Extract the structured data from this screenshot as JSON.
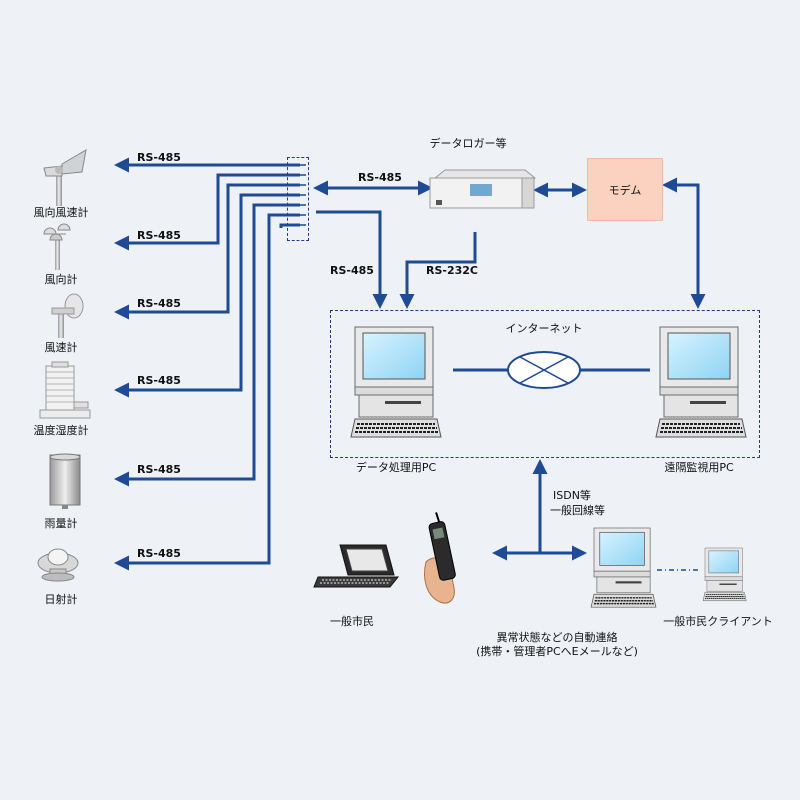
{
  "colors": {
    "background": "#eef1f6",
    "line": "#1f4a96",
    "modem_fill": "#fbd2bf"
  },
  "sensors": [
    {
      "label": "風向風速計",
      "link": "RS-485",
      "icon": "wind-vane-anemometer-icon"
    },
    {
      "label": "風向計",
      "link": "RS-485",
      "icon": "cup-anemometer-icon"
    },
    {
      "label": "風速計",
      "link": "RS-485",
      "icon": "propeller-anemometer-icon"
    },
    {
      "label": "温度湿度計",
      "link": "RS-485",
      "icon": "radiation-shield-icon"
    },
    {
      "label": "雨量計",
      "link": "RS-485",
      "icon": "rain-gauge-icon"
    },
    {
      "label": "日射計",
      "link": "RS-485",
      "icon": "pyranometer-icon"
    }
  ],
  "logger": {
    "label": "データロガー等",
    "link_rs485": "RS-485",
    "link_to_pc_rs485": "RS-485",
    "link_rs232c": "RS-232C"
  },
  "modem": {
    "label": "モデム"
  },
  "internet": {
    "label": "インターネット"
  },
  "pc_data": {
    "label": "データ処理用PC"
  },
  "pc_remote": {
    "label": "遠隔監視用PC"
  },
  "isdn": {
    "line1": "ISDN等",
    "line2": "一般回線等"
  },
  "citizen": {
    "label": "一般市民"
  },
  "auto_contact": {
    "line1": "異常状態などの自動連絡",
    "line2": "(携帯・管理者PCへEメールなど)"
  },
  "client": {
    "label": "一般市民クライアント"
  }
}
